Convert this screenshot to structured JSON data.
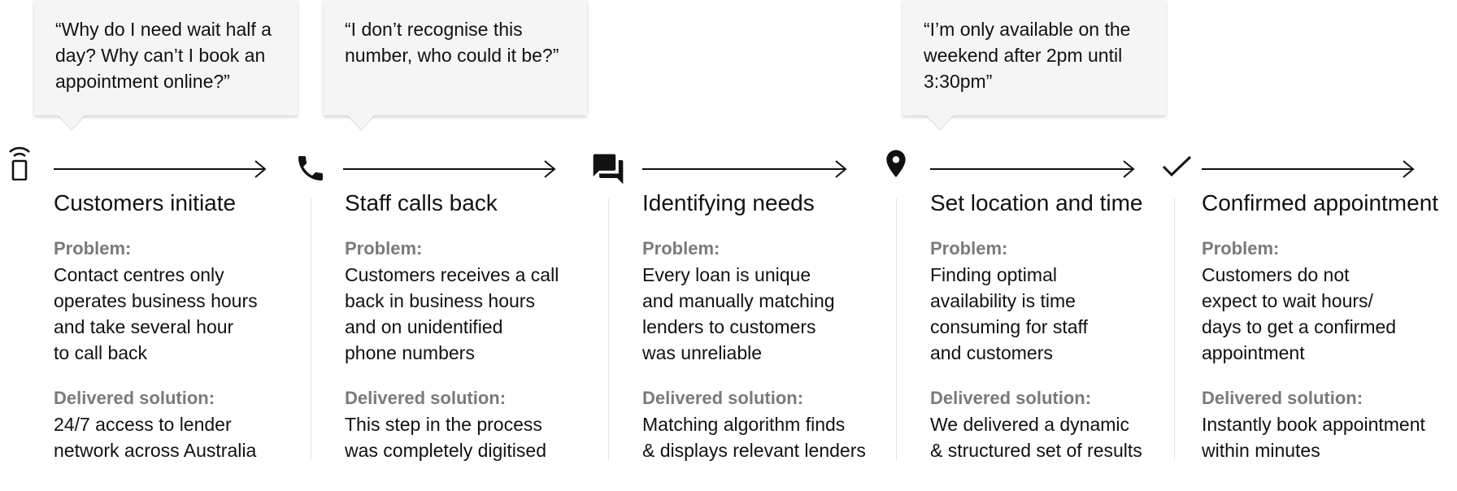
{
  "quotes": [
    {
      "text": "“Why do I need wait half a day? Why can’t I book an appointment online?”"
    },
    {
      "text": "“I don’t recognise this number, who could it be?”"
    },
    {
      "text": "“I’m only available on the weekend after 2pm until 3:30pm”"
    }
  ],
  "stages": [
    {
      "icon": "wireless-phone-icon",
      "title": "Customers initiate",
      "problem_label": "Problem:",
      "problem": "Contact centres only\noperates business hours\nand take several hour\nto call back",
      "solution_label": "Delivered solution:",
      "solution": "24/7 access to lender\nnetwork across Australia"
    },
    {
      "icon": "phone-icon",
      "title": "Staff calls back",
      "problem_label": "Problem:",
      "problem": "Customers receives a call\nback in business hours\nand on unidentified\nphone numbers",
      "solution_label": "Delivered solution:",
      "solution": "This step in the process\nwas completely digitised"
    },
    {
      "icon": "chat-bubbles-icon",
      "title": "Identifying needs",
      "problem_label": "Problem:",
      "problem": "Every loan is unique\nand manually matching\nlenders to customers\nwas unreliable",
      "solution_label": "Delivered solution:",
      "solution": "Matching algorithm finds\n& displays relevant lenders"
    },
    {
      "icon": "location-pin-icon",
      "title": "Set location and time",
      "problem_label": "Problem:",
      "problem": "Finding optimal\navailability is time\nconsuming for staff\nand customers",
      "solution_label": "Delivered solution:",
      "solution": "We delivered a dynamic\n& structured set of results"
    },
    {
      "icon": "checkmark-icon",
      "title": "Confirmed appointment",
      "problem_label": "Problem:",
      "problem": "Customers do not\nexpect to wait hours/\ndays to get a confirmed\nappointment",
      "solution_label": "Delivered solution:",
      "solution": "Instantly book appointment\nwithin minutes"
    }
  ],
  "colors": {
    "text": "#111111",
    "label": "#7a7a7a",
    "bubble": "#f5f5f5",
    "divider": "#e2e2e2"
  }
}
